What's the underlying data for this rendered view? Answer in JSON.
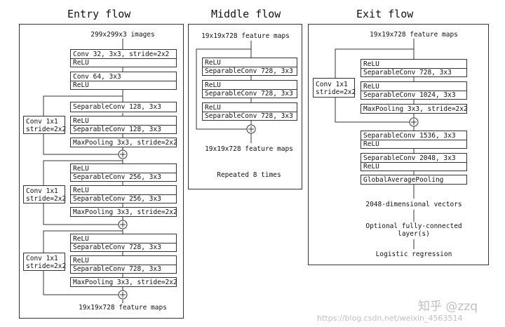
{
  "headings": {
    "entry": "Entry flow",
    "middle": "Middle flow",
    "exit": "Exit flow"
  },
  "entry": {
    "input": "299x299x3 images",
    "block1": [
      "Conv 32, 3x3, stride=2x2",
      "ReLU"
    ],
    "block2": [
      "Conv 64, 3x3",
      "ReLU"
    ],
    "skip": "Conv 1x1\nstride=2x2",
    "stage1": {
      "a": [
        "SeparableConv 128, 3x3"
      ],
      "b": [
        "ReLU",
        "SeparableConv 128, 3x3"
      ],
      "pool": "MaxPooling 3x3, stride=2x2"
    },
    "stage2": {
      "a": [
        "ReLU",
        "SeparableConv 256, 3x3"
      ],
      "b": [
        "ReLU",
        "SeparableConv 256, 3x3"
      ],
      "pool": "MaxPooling 3x3, stride=2x2"
    },
    "stage3": {
      "a": [
        "ReLU",
        "SeparableConv 728, 3x3"
      ],
      "b": [
        "ReLU",
        "SeparableConv 728, 3x3"
      ],
      "pool": "MaxPooling 3x3, stride=2x2"
    },
    "output": "19x19x728 feature maps"
  },
  "middle": {
    "input": "19x19x728 feature maps",
    "blocks": [
      [
        "ReLU",
        "SeparableConv 728, 3x3"
      ],
      [
        "ReLU",
        "SeparableConv 728, 3x3"
      ],
      [
        "ReLU",
        "SeparableConv 728, 3x3"
      ]
    ],
    "output": "19x19x728 feature maps",
    "repeat": "Repeated 8 times"
  },
  "exit": {
    "input": "19x19x728 feature maps",
    "skip": "Conv 1x1\nstride=2x2",
    "block1": [
      "ReLU",
      "SeparableConv 728, 3x3"
    ],
    "block2": [
      "ReLU",
      "SeparableConv 1024, 3x3"
    ],
    "pool": "MaxPooling 3x3, stride=2x2",
    "block3": [
      "SeparableConv 1536, 3x3",
      "ReLU"
    ],
    "block4": [
      "SeparableConv 2048, 3x3",
      "ReLU"
    ],
    "gap": "GlobalAveragePooling",
    "vectors": "2048-dimensional vectors",
    "fc": "Optional fully-connected\nlayer(s)",
    "logreg": "Logistic regression"
  },
  "watermark": {
    "logo": "知乎 @zzq",
    "url": "https://blog.csdn.net/weixin_4563514"
  }
}
